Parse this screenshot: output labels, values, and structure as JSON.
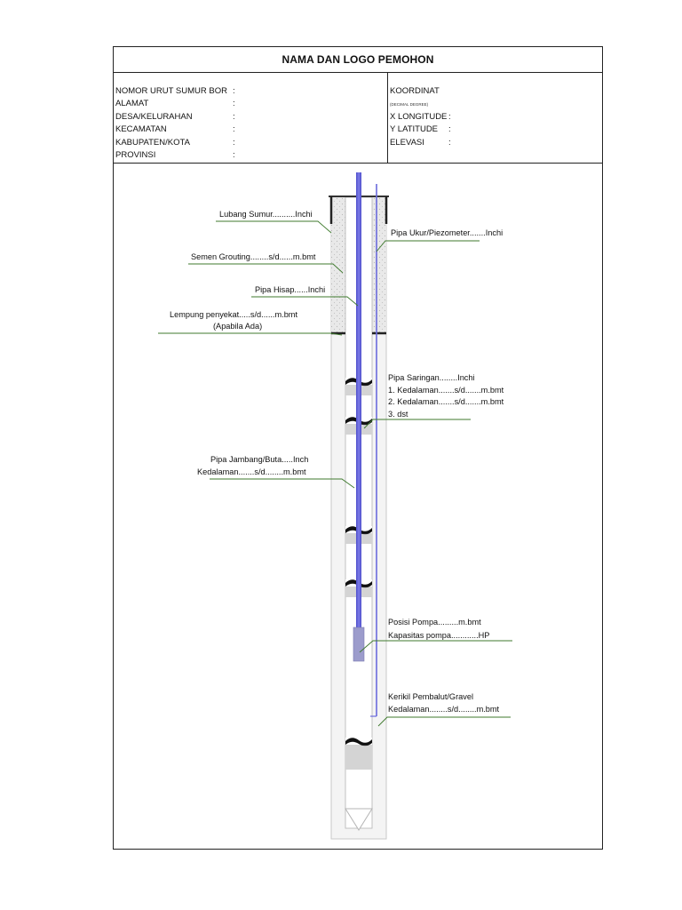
{
  "title": "NAMA DAN LOGO PEMOHON",
  "info_left": [
    {
      "label": "NOMOR URUT SUMUR BOR",
      "colon": ":"
    },
    {
      "label": "ALAMAT",
      "colon": ":"
    },
    {
      "label": "DESA/KELURAHAN",
      "colon": ":"
    },
    {
      "label": "KECAMATAN",
      "colon": ":"
    },
    {
      "label": "KABUPATEN/KOTA",
      "colon": ":"
    },
    {
      "label": "PROVINSI",
      "colon": ":"
    }
  ],
  "info_right": {
    "heading": "KOORDINAT",
    "subheading": "(DECIMAL DEGREE)",
    "fields": [
      {
        "label": "X LONGITUDE",
        "colon": ":"
      },
      {
        "label": "Y LATITUDE",
        "colon": ":"
      },
      {
        "label": "ELEVASI",
        "colon": ":"
      }
    ]
  },
  "labels": {
    "lubang_sumur": "Lubang Sumur..........Inchi",
    "pipa_ukur": "Pipa Ukur/Piezometer.......Inchi",
    "semen_grouting": "Semen Grouting........s/d......m.bmt",
    "pipa_hisap": "Pipa Hisap......Inchi",
    "lempung_1": "Lempung penyekat.....s/d......m.bmt",
    "lempung_2": "(Apabila Ada)",
    "saringan_1": "Pipa Saringan........Inchi",
    "saringan_2": "1. Kedalaman.......s/d.......m.bmt",
    "saringan_3": "2. Kedalaman.......s/d.......m.bmt",
    "saringan_4": "3. dst",
    "jambang_1": "Pipa Jambang/Buta.....Inch",
    "jambang_2": "Kedalaman.......s/d........m.bmt",
    "pompa_1": "Posisi Pompa.........m.bmt",
    "pompa_2": "Kapasitas pompa............HP",
    "kerikil_1": "Kerikil Pembalut/Gravel",
    "kerikil_2": "Kedalaman........s/d........m.bmt"
  },
  "colors": {
    "pipe": "#6b6bdc",
    "pipe_dark": "#4848c0",
    "pump": "#9c9ccc",
    "leader": "#3f7a2e",
    "fill_light": "#f1f1f1",
    "grout": "#e6e6e6"
  }
}
